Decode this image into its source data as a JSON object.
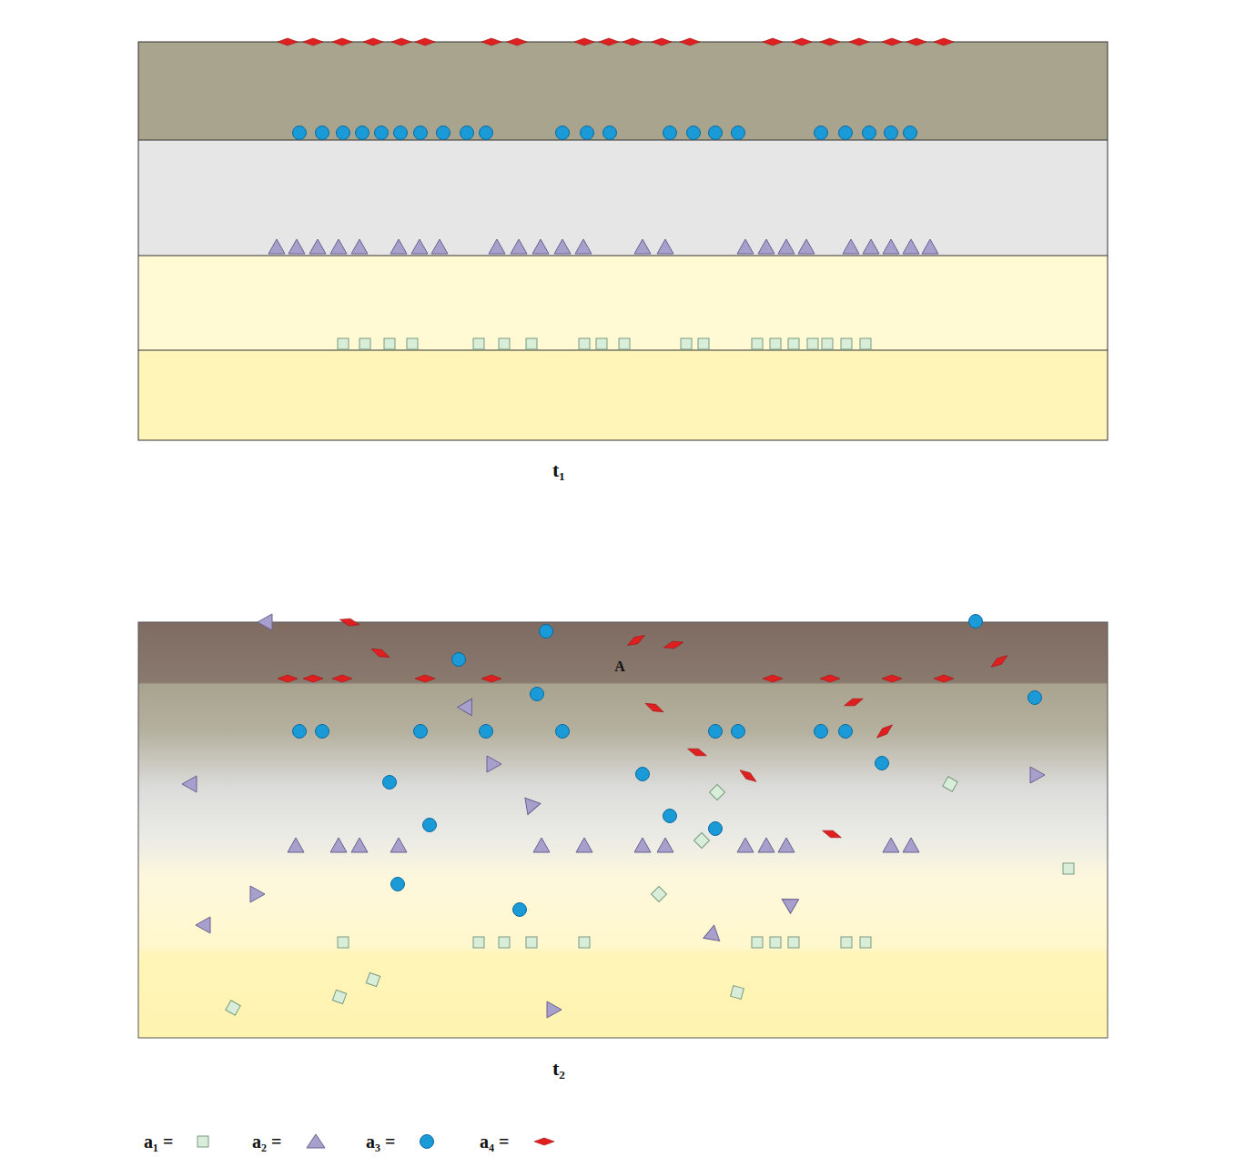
{
  "diagram": {
    "labels": [
      "t₁",
      "A",
      "t₂"
    ],
    "legend": [
      {
        "text": "a₁ ="
      },
      {
        "text": "a₂ ="
      },
      {
        "text": "a₃ ="
      },
      {
        "text": "a₄ ="
      }
    ]
  }
}
